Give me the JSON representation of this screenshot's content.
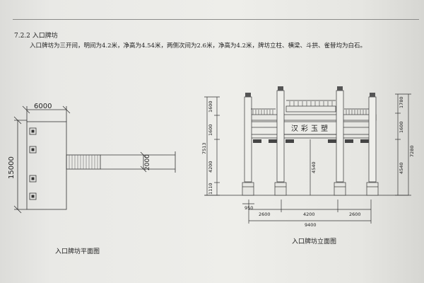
{
  "section": {
    "number": "7.2.2",
    "title": "入口牌坊"
  },
  "paragraph": "入口牌坊为三开间，明间为4.2米，净高为4.54米，两侧次间为2.6米，净高为4.2米，牌坊立柱、横梁、斗拱、雀替均为白石。",
  "plan": {
    "caption": "入口牌坊平面图",
    "dims": {
      "width": "6000",
      "height": "15000",
      "path_width": "2000"
    }
  },
  "elevation": {
    "caption": "入口牌坊立面图",
    "plaque": "汉彩玉塑",
    "dims_left": [
      "1600",
      "1600",
      "4200",
      "1110",
      "7513"
    ],
    "dims_right": [
      "1780",
      "1600",
      "4540",
      "7280"
    ],
    "dim_center": "4540",
    "dim_base": "950",
    "dims_bottom": [
      "2600",
      "4200",
      "2600"
    ],
    "dim_total": "9400"
  }
}
